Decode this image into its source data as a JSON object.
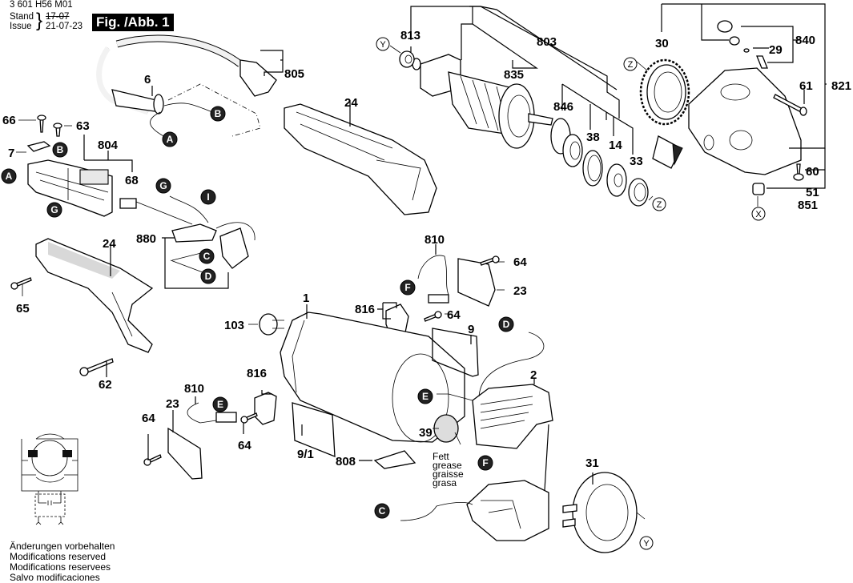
{
  "header": {
    "doc_code": "3 601 H56 M01",
    "stand_label": "Stand",
    "issue_label": "Issue",
    "old_date": "17-07",
    "issue_date": "21-07-23",
    "figure_label": "Fig. /Abb. 1"
  },
  "footer": {
    "lines": [
      "Änderungen vorbehalten",
      "Modifications reserved",
      "Modifications reservees",
      "Salvo modificaciones"
    ]
  },
  "grease_note": [
    "Fett",
    "grease",
    "graisse",
    "grasa"
  ],
  "connectors": [
    "A",
    "B",
    "C",
    "D",
    "E",
    "F",
    "G",
    "I"
  ],
  "ref_markers": [
    "X",
    "Y",
    "Z"
  ],
  "part_numbers": {
    "p1": "1",
    "p2": "2",
    "p6": "6",
    "p7": "7",
    "p9": "9",
    "p9_1": "9/1",
    "p14": "14",
    "p23a": "23",
    "p23b": "23",
    "p24a": "24",
    "p24b": "24",
    "p29": "29",
    "p30": "30",
    "p31": "31",
    "p33": "33",
    "p38": "38",
    "p39": "39",
    "p51": "51",
    "p60": "60",
    "p61": "61",
    "p62": "62",
    "p63": "63",
    "p64a": "64",
    "p64b": "64",
    "p64c": "64",
    "p64d": "64",
    "p65": "65",
    "p66": "66",
    "p68": "68",
    "p103": "103",
    "p803": "803",
    "p804": "804",
    "p805": "805",
    "p808": "808",
    "p810a": "810",
    "p810b": "810",
    "p813": "813",
    "p816a": "816",
    "p816b": "816",
    "p821": "821",
    "p835": "835",
    "p840": "840",
    "p846": "846",
    "p851": "851",
    "p880": "880"
  }
}
